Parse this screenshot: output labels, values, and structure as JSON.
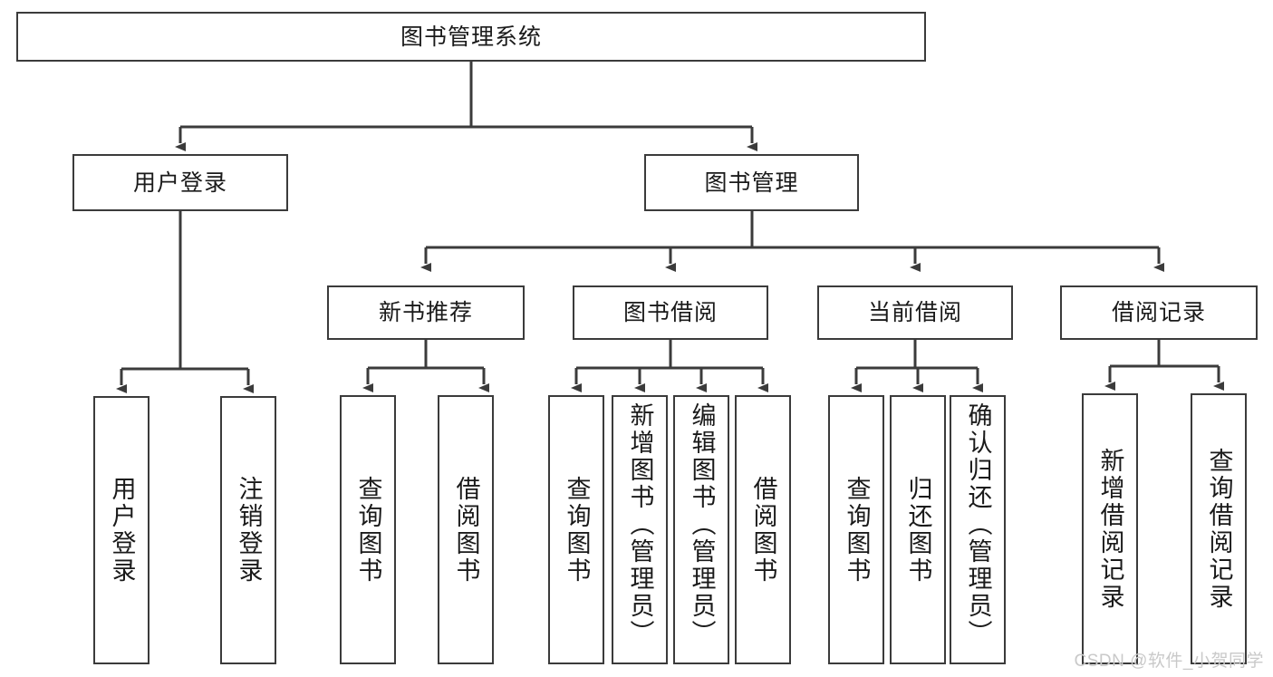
{
  "diagram": {
    "title": "图书管理系统",
    "type": "tree-hierarchy",
    "watermark": "CSDN @软件_小贺同学",
    "colors": {
      "border": "#3b3b3b",
      "fill": "#ffffff",
      "text": "#1a1a1a",
      "edge": "#3b3b3b",
      "watermark": "#c9c9c9"
    },
    "root": {
      "label": "图书管理系统"
    },
    "level2": [
      {
        "label": "用户登录"
      },
      {
        "label": "图书管理"
      }
    ],
    "level3": [
      {
        "label": "新书推荐"
      },
      {
        "label": "图书借阅"
      },
      {
        "label": "当前借阅"
      },
      {
        "label": "借阅记录"
      }
    ],
    "leaves": {
      "user_login": [
        {
          "label": "用户登录"
        },
        {
          "label": "注销登录"
        }
      ],
      "new_book_recommend": [
        {
          "label": "查询图书"
        },
        {
          "label": "借阅图书"
        }
      ],
      "book_borrow": [
        {
          "label": "查询图书"
        },
        {
          "label": "新增图书（管理员）"
        },
        {
          "label": "编辑图书（管理员）"
        },
        {
          "label": "借阅图书"
        }
      ],
      "current_borrow": [
        {
          "label": "查询图书"
        },
        {
          "label": "归还图书"
        },
        {
          "label": "确认归还（管理员）"
        }
      ],
      "borrow_record": [
        {
          "label": "新增借阅记录"
        },
        {
          "label": "查询借阅记录"
        }
      ]
    }
  }
}
